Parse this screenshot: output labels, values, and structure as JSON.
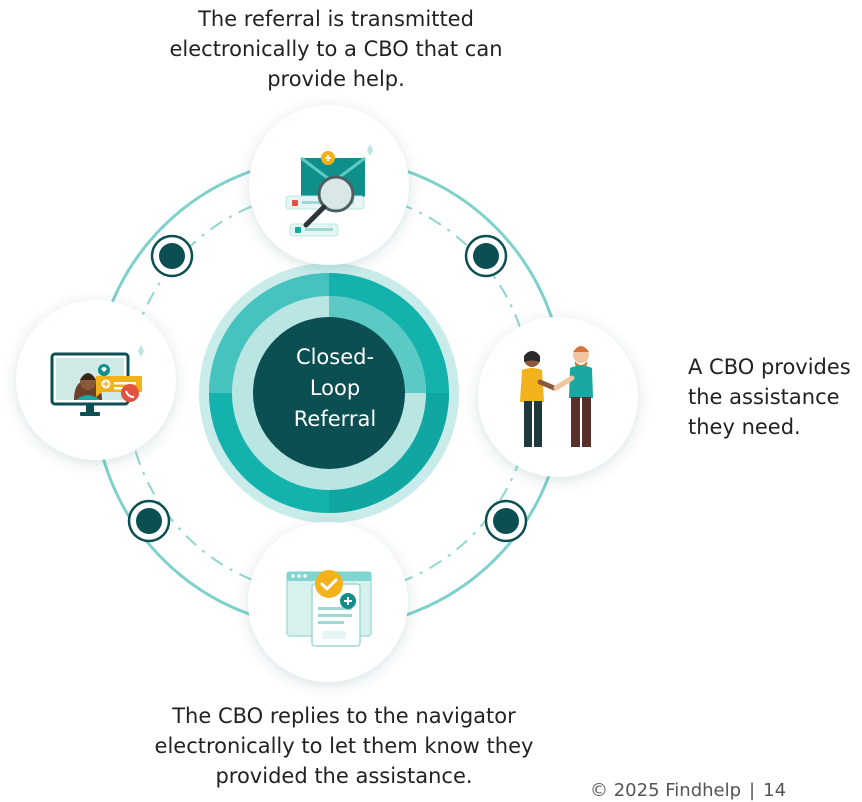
{
  "captions": {
    "top": "The referral is transmitted electronically to a CBO that can provide help.",
    "right": "A CBO provides the assistance they need.",
    "bottom": "The CBO replies to the navigator electronically to let them know they provided the assistance."
  },
  "center": {
    "label": "Closed-\nLoop\nReferral"
  },
  "footer": {
    "copyright": "© 2025 Findhelp",
    "page_number": "14"
  },
  "nodes": [
    {
      "id": "send-referral",
      "icon": "envelope-magnifier-icon"
    },
    {
      "id": "cbo-assistance",
      "icon": "handshake-people-icon"
    },
    {
      "id": "cbo-reply",
      "icon": "document-checkmark-icon"
    },
    {
      "id": "navigator",
      "icon": "video-call-navigator-icon"
    }
  ],
  "colors": {
    "ring_dark": "#0b4f52",
    "ring_mid": "#14b2ad",
    "ring_light": "#7fd5d0",
    "ring_pale": "#c9ecea",
    "orbit": "#7fd1cb",
    "accent_yellow": "#f2b21b",
    "accent_red": "#e0533f"
  }
}
